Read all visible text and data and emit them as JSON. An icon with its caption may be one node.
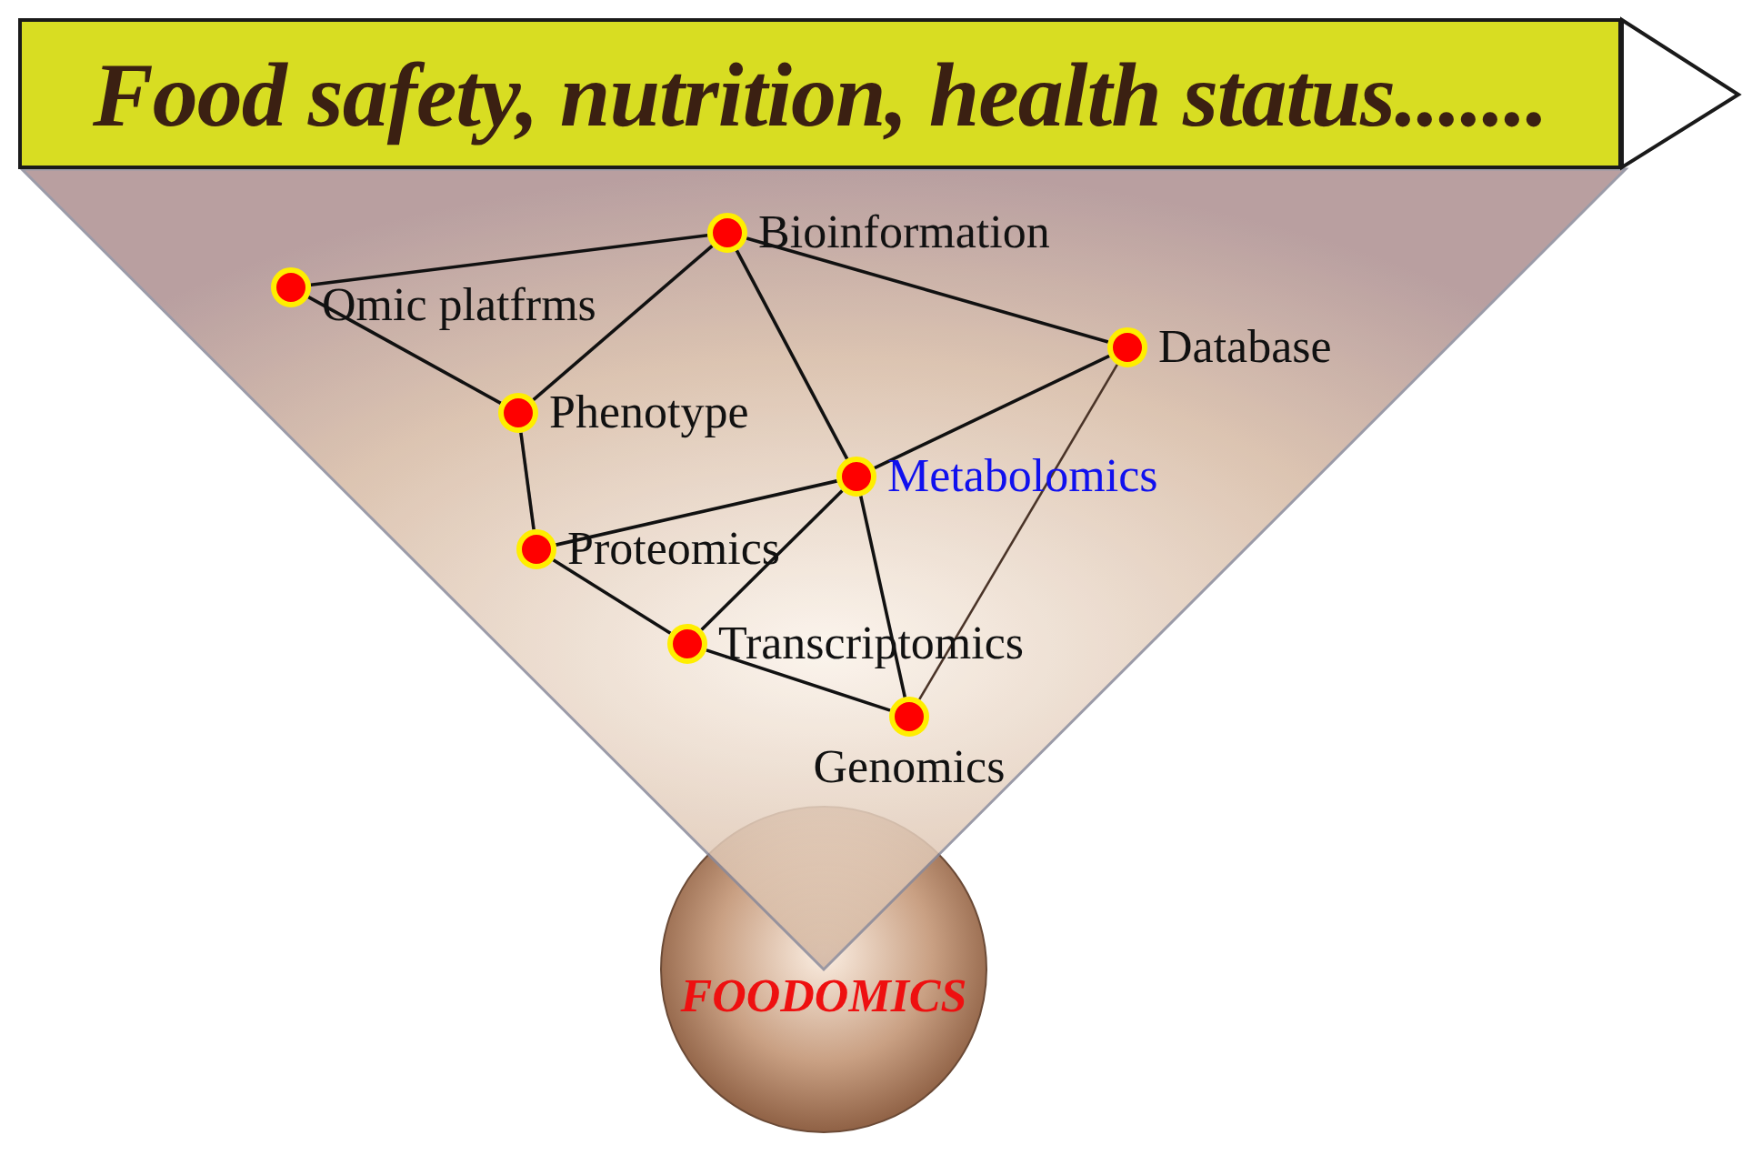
{
  "diagram": {
    "nodes": [
      {
        "text": [
          "Food safety, nutrition, health status......."
        ]
      },
      {
        "text": [
          "Omic platfrms"
        ]
      },
      {
        "text": [
          "Bioinformation"
        ]
      },
      {
        "text": [
          "Database"
        ]
      },
      {
        "text": [
          "Phenotype"
        ]
      },
      {
        "text": [
          "Metabolomics"
        ]
      },
      {
        "text": [
          "Proteomics"
        ]
      },
      {
        "text": [
          "Transcriptomics"
        ]
      },
      {
        "text": [
          "Genomics"
        ]
      },
      {
        "text": [
          "FOODOMICS"
        ]
      }
    ],
    "edges": [
      {
        "from": 1,
        "to": 2,
        "arrow": "none"
      },
      {
        "from": 1,
        "to": 4,
        "arrow": "none"
      },
      {
        "from": 2,
        "to": 4,
        "arrow": "none"
      },
      {
        "from": 2,
        "to": 5,
        "arrow": "none"
      },
      {
        "from": 2,
        "to": 3,
        "arrow": "none"
      },
      {
        "from": 3,
        "to": 5,
        "arrow": "none"
      },
      {
        "from": 4,
        "to": 6,
        "arrow": "none"
      },
      {
        "from": 6,
        "to": 5,
        "arrow": "none"
      },
      {
        "from": 6,
        "to": 7,
        "arrow": "none"
      },
      {
        "from": 7,
        "to": 5,
        "arrow": "none"
      },
      {
        "from": 5,
        "to": 8,
        "arrow": "none"
      },
      {
        "from": 7,
        "to": 8,
        "arrow": "none"
      },
      {
        "from": 3,
        "to": 8,
        "arrow": "none",
        "color": "#4a3428"
      }
    ]
  }
}
